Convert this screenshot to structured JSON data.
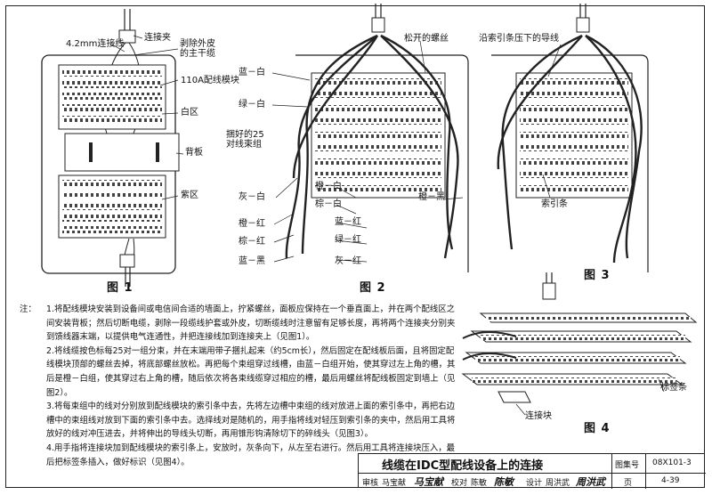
{
  "figure1": {
    "caption": "图 1",
    "labels": {
      "wire": "4.2mm连接线",
      "clip": "连接夹",
      "stripped": "剥除外皮\n的主干缆",
      "module": "110A配线模块",
      "white_zone": "白区",
      "backboard": "背板",
      "purple_zone": "紫区"
    }
  },
  "figure2": {
    "caption": "图 2",
    "labels": {
      "screw": "松开的螺丝",
      "bundle": "捆好的25\n对线束组",
      "blue_white": "蓝－白",
      "green_white": "绿－白",
      "gray_white": "灰－白",
      "orange_red": "橙－红",
      "brown_red": "棕－红",
      "blue_black": "蓝－黑",
      "orange_white": "橙－白",
      "brown_white": "棕－白",
      "blue_red": "蓝－红",
      "green_red": "绿－红",
      "gray_red": "灰－红",
      "orange_black": "橙－黑"
    }
  },
  "figure3": {
    "caption": "图 3",
    "labels": {
      "wire_along": "沿索引条压下的导线",
      "index_strip": "索引条"
    }
  },
  "figure4": {
    "caption": "图 4",
    "labels": {
      "label_strip": "标签条",
      "block": "连接块"
    }
  },
  "notes": {
    "title": "注：",
    "items": [
      "1.将配线模块安装到设备间或电信间合适的墙面上，拧紧螺丝，面板应保持在一个垂直面上，并在两个配线区之间安装背板；然后切断电缆，剥除一段缆线护套或外皮，切断缆线时注意留有足够长度，再将两个连接夹分别夹到馈线器末端，以提供电气连通性，并把连接线加到连接夹上（见图1）。",
      "2.将线缆按色标每25对一组分束，并在末端用带子捆扎起来（约5cm长），然后固定在配线板后面，且将固定配线模块顶部的螺丝去掉，将底部螺丝放松。再把每个束组穿过线槽，由蓝－白组开始，使其穿过左上角的槽，其后是橙－白组，使其穿过右上角的槽，随后依次将各束线缆穿过相应的槽，最后用螺丝将配线板固定到墙上（见图2）。",
      "3.将每束组中的线对分别放到配线模块的索引条中去，先将左边槽中束组的线对放进上面的索引条中，再把右边槽中的束组线对放到下面的索引条中去。选择线对是随机的，用手指将线对轻压到索引条的夹中，然后用工具将放好的线对冲压进去，并将伸出的导线头切断，再用锥形钩清除切下的碎线头（见图3）。",
      "4.用手指将连接块加到配线模块的索引条上，安放时，灰条向下，从左至右进行。然后用工具将连接块压入，最后把标签条插入，做好标识（见图4）。"
    ]
  },
  "titleblock": {
    "title": "线缆在IDC型配线设备上的连接",
    "atlas_label": "图集号",
    "atlas_no": "08X101-3",
    "review_label": "审核",
    "reviewer": "马宝献",
    "reviewer_sign": "马宝献",
    "check_label": "校对",
    "checker": "陈敏",
    "checker_sign": "陈敏",
    "design_label": "设计",
    "designer": "周洪武",
    "designer_sign": "周洪武",
    "page_label": "页",
    "page_no": "4-39"
  }
}
